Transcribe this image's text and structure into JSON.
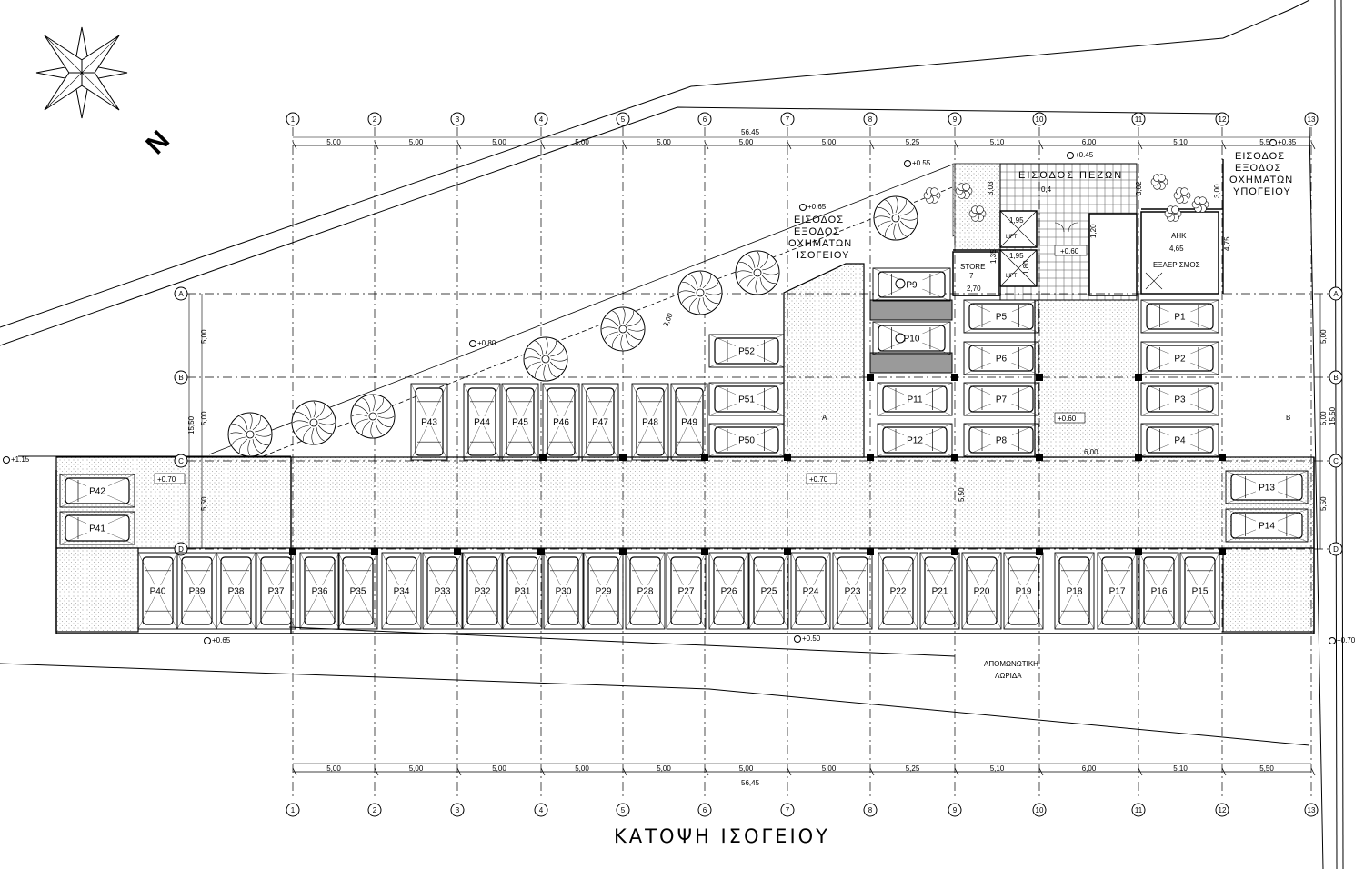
{
  "title": "ΚΑΤΟΨΗ ΙΣΟΓΕΙΟΥ",
  "north_label": "N",
  "axes": {
    "numbers": [
      "1",
      "2",
      "3",
      "4",
      "5",
      "6",
      "7",
      "8",
      "9",
      "10",
      "11",
      "12",
      "13"
    ],
    "letters": [
      "A",
      "B",
      "C",
      "D"
    ]
  },
  "dimensions": {
    "top_total": "56,45",
    "bottom_total": "56,45",
    "spans": [
      "5,00",
      "5,00",
      "5,00",
      "5,00",
      "5,00",
      "5,00",
      "5,00",
      "5,25",
      "5,10",
      "6,00",
      "5,10",
      "5,50"
    ],
    "left_rows": [
      "5,00",
      "5,00",
      "5,50"
    ],
    "left_total": "15,50",
    "right_rows": [
      "5,00",
      "5,00",
      "5,50"
    ],
    "right_total": "15,50",
    "tree_strip": "3,00",
    "aisle_width": "5,50",
    "core_width": "6,00",
    "stair_w1": "1,95",
    "stair_w2": "1,95",
    "lift_h": "1,80",
    "door_w": "1,20",
    "core_h1": "3,03",
    "core_h2": "3,02",
    "core_h3": "3,00",
    "ahk_dim": "4,65",
    "ahk_dim2": "4,75",
    "store_dim": "2,70",
    "store_dim2": "1,35",
    "entry_dim": "0,4"
  },
  "levels": {
    "l_035": "+0.35",
    "l_045": "+0.45",
    "l_055": "+0.55",
    "l_065_top": "+0.65",
    "l_080": "+0.80",
    "l_115": "+1.15",
    "l_070_left": "+0.70",
    "l_070_mid": "+0.70",
    "l_060_core": "+0.60",
    "l_060_mid": "+0.60",
    "l_065_bottom": "+0.65",
    "l_050": "+0.50",
    "l_070_right": "+0.70"
  },
  "labels": {
    "pedestrian_entry": "ΕΙΣΟΔΟΣ ΠΕΖΩΝ",
    "ground_vehicle_entry": [
      "ΕΙΣΟΔΟΣ",
      "ΕΞΟΔΟΣ",
      "ΟΧΗΜΑΤΩΝ",
      "ΙΣΟΓΕΙΟΥ"
    ],
    "basement_vehicle_entry": [
      "ΕΙΣΟΔΟΣ",
      "ΕΞΟΔΟΣ",
      "ΟΧΗΜΑΤΩΝ",
      "ΥΠΟΓΕΙΟΥ"
    ],
    "store": "STORE",
    "store_no": "7",
    "ahk": "ΑΗΚ",
    "ventilation": "ΕΞΑΕΡΙΣΜΟΣ",
    "lift": "LIFT",
    "buffer_strip": [
      "ΑΠΟΜΩΝΩΤΙΚΗ",
      "ΛΩΡΙΔΑ"
    ],
    "section_a": "A",
    "section_b": "B"
  },
  "parking": [
    "P1",
    "P2",
    "P3",
    "P4",
    "P5",
    "P6",
    "P7",
    "P8",
    "P9",
    "P10",
    "P11",
    "P12",
    "P13",
    "P14",
    "P15",
    "P16",
    "P17",
    "P18",
    "P19",
    "P20",
    "P21",
    "P22",
    "P23",
    "P24",
    "P25",
    "P26",
    "P27",
    "P28",
    "P29",
    "P30",
    "P31",
    "P32",
    "P33",
    "P34",
    "P35",
    "P36",
    "P37",
    "P38",
    "P39",
    "P40",
    "P41",
    "P42",
    "P43",
    "P44",
    "P45",
    "P46",
    "P47",
    "P48",
    "P49",
    "P50",
    "P51",
    "P52"
  ]
}
